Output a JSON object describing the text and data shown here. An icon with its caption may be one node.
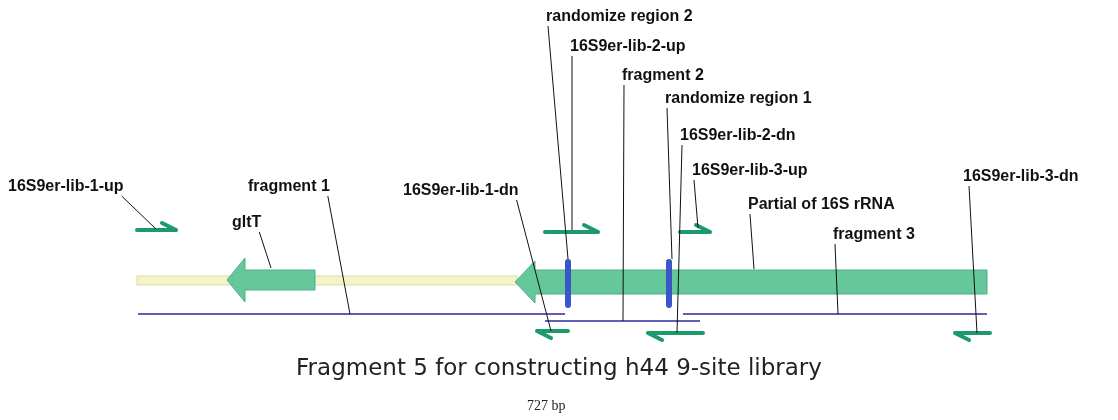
{
  "diagram": {
    "caption": "Fragment 5 for constructing h44 9-site library",
    "nodes": [
      {
        "text": [
          "16S9er-lib-1-up"
        ]
      },
      {
        "text": [
          "fragment 1"
        ]
      },
      {
        "text": [
          "gltT"
        ]
      },
      {
        "text": [
          "16S9er-lib-1-dn"
        ]
      },
      {
        "text": [
          "randomize region 2"
        ]
      },
      {
        "text": [
          "16S9er-lib-2-up"
        ]
      },
      {
        "text": [
          "fragment 2"
        ]
      },
      {
        "text": [
          "randomize region 1"
        ]
      },
      {
        "text": [
          "16S9er-lib-2-dn"
        ]
      },
      {
        "text": [
          "16S9er-lib-3-up"
        ]
      },
      {
        "text": [
          "Partial of 16S rRNA"
        ]
      },
      {
        "text": [
          "fragment 3"
        ]
      },
      {
        "text": [
          "16S9er-lib-3-dn"
        ]
      },
      {
        "text": [],
        "shape": "arrow"
      },
      {
        "text": [],
        "shape": "line"
      },
      {
        "text": [],
        "shape": "arrow"
      },
      {
        "text": [],
        "shape": "arrow"
      },
      {
        "text": [],
        "shape": "arrow"
      },
      {
        "text": [],
        "shape": "arrow"
      },
      {
        "text": [],
        "shape": "line"
      },
      {
        "text": [],
        "shape": "bar"
      },
      {
        "text": [],
        "shape": "arrow"
      },
      {
        "text": [],
        "shape": "bar"
      },
      {
        "text": [],
        "shape": "arrow"
      },
      {
        "text": [],
        "shape": "line"
      },
      {
        "text": [],
        "shape": "arrow"
      }
    ],
    "edges": [
      {
        "from": 0,
        "to": 13,
        "arrow": "none"
      },
      {
        "from": 1,
        "to": 14,
        "arrow": "none"
      },
      {
        "from": 2,
        "to": 15,
        "arrow": "none"
      },
      {
        "from": 3,
        "to": 17,
        "arrow": "none"
      },
      {
        "from": 4,
        "to": 20,
        "arrow": "none"
      },
      {
        "from": 5,
        "to": 18,
        "arrow": "none"
      },
      {
        "from": 6,
        "to": 19,
        "arrow": "none"
      },
      {
        "from": 7,
        "to": 22,
        "arrow": "none"
      },
      {
        "from": 8,
        "to": 21,
        "arrow": "none"
      },
      {
        "from": 9,
        "to": 23,
        "arrow": "none"
      },
      {
        "from": 10,
        "to": 16,
        "arrow": "none"
      },
      {
        "from": 11,
        "to": 24,
        "arrow": "none"
      },
      {
        "from": 12,
        "to": 25,
        "arrow": "none"
      }
    ],
    "labels": [
      "727 bp"
    ]
  }
}
